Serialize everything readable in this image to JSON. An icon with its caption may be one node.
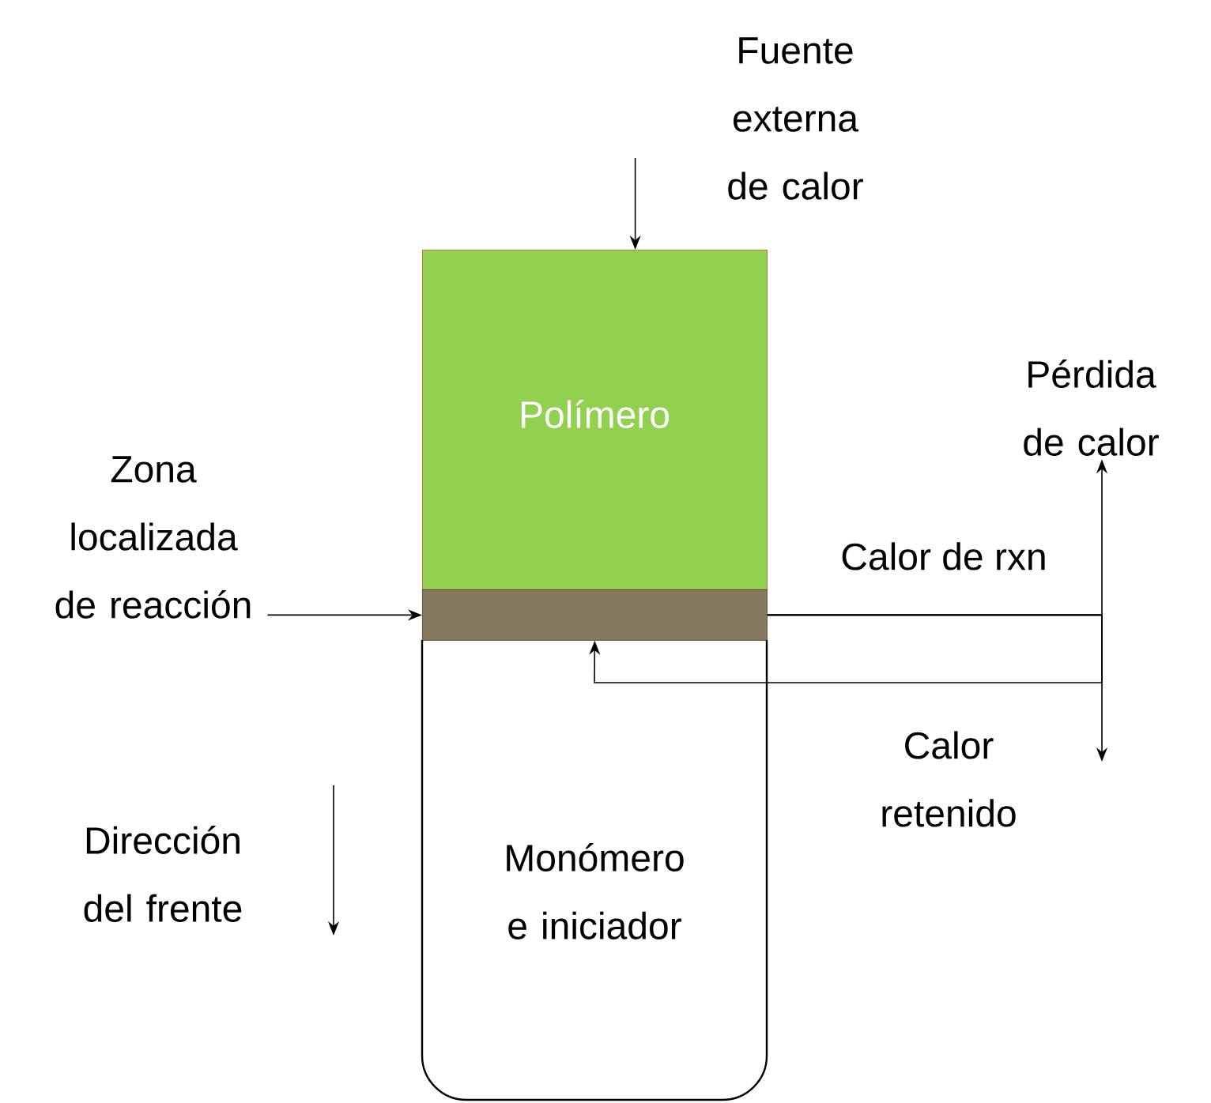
{
  "diagram": {
    "nodes": [
      {
        "text": [
          "Fuente externa de calor"
        ]
      },
      {
        "text": [
          "Polímero"
        ]
      },
      {
        "text": [],
        "shape": "bar"
      },
      {
        "text": [
          "Monómero e iniciador"
        ]
      },
      {
        "text": [
          "Zona localizada de reacción"
        ]
      },
      {
        "text": [
          "Pérdida de calor"
        ]
      }
    ],
    "edges": [
      {
        "from": 0,
        "to": 1,
        "arrow": "to"
      },
      {
        "from": 4,
        "to": 2,
        "arrow": "to"
      },
      {
        "from": 2,
        "to": 5,
        "arrow": "to",
        "label": "Calor de rxn"
      },
      {
        "from": 2,
        "to": null,
        "arrow": "to"
      },
      {
        "from": 2,
        "to": 2,
        "arrow": "to"
      }
    ],
    "labels": [
      "Calor retenido",
      "Dirección del frente"
    ]
  }
}
